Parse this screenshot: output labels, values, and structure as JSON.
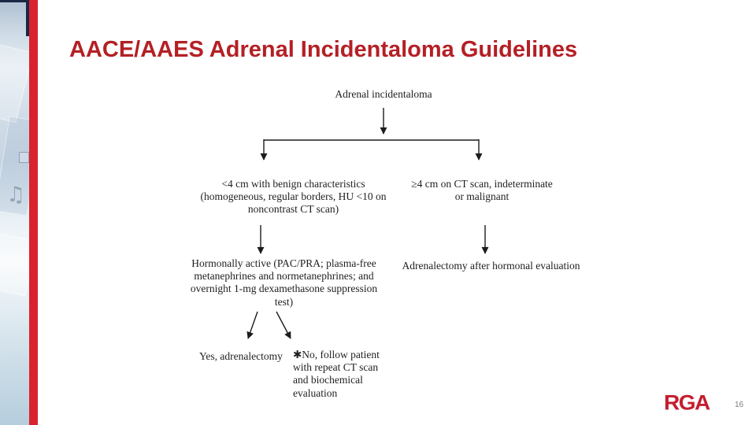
{
  "slide": {
    "title": "AACE/AAES Adrenal Incidentaloma Guidelines",
    "page_number": "16",
    "logo_text": "RGA"
  },
  "colors": {
    "title_red": "#b42025",
    "accent_red": "#d8232f",
    "logo_red": "#c41e2f",
    "navy": "#1a2743",
    "ink": "#1f1f1f"
  },
  "icons": {
    "music_note": "♫"
  },
  "flowchart": {
    "root": "Adrenal incidentaloma",
    "left_branch": {
      "criteria": "<4 cm with benign characteristics\n(homogeneous, regular borders, HU <10 on\nnoncontrast CT scan)",
      "evaluation": "Hormonally active (PAC/PRA; plasma-free\nmetanephrines and normetanephrines; and\novernight 1-mg dexamethasone suppression\ntest)",
      "yes_outcome": "Yes, adrenalectomy",
      "no_outcome": "✱No, follow patient\nwith repeat CT scan\nand biochemical\nevaluation"
    },
    "right_branch": {
      "criteria": "≥4 cm on CT scan, indeterminate\nor malignant",
      "outcome": "Adrenalectomy after hormonal evaluation"
    }
  }
}
